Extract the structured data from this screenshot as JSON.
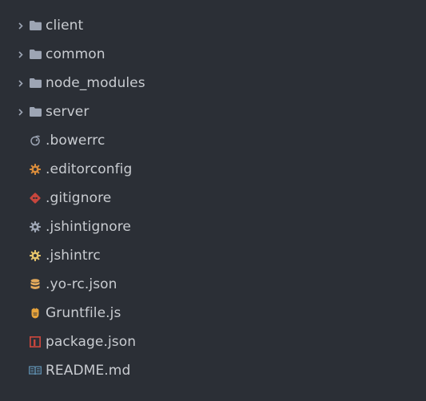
{
  "colors": {
    "background": "#2b2f36",
    "text": "#c9ccd1",
    "folder_icon": "#9da5b4",
    "chevron": "#9da5b4",
    "bower_icon": "#9da5b4",
    "editorconfig_icon": "#d78b3b",
    "git_icon": "#c8463d",
    "jshintignore_icon": "#9da5b4",
    "jshintrc_icon": "#e3c26a",
    "yorc_icon": "#e3a95b",
    "grunt_icon": "#e8a43c",
    "npm_icon": "#c8463d",
    "readme_icon": "#5f8fb0"
  },
  "tree": {
    "folders": [
      {
        "label": "client",
        "icon": "folder-icon",
        "state": "collapsed"
      },
      {
        "label": "common",
        "icon": "folder-icon",
        "state": "collapsed"
      },
      {
        "label": "node_modules",
        "icon": "folder-icon",
        "state": "collapsed"
      },
      {
        "label": "server",
        "icon": "folder-icon",
        "state": "collapsed"
      }
    ],
    "files": [
      {
        "label": ".bowerrc",
        "icon": "bower-icon"
      },
      {
        "label": ".editorconfig",
        "icon": "gear-icon"
      },
      {
        "label": ".gitignore",
        "icon": "git-icon"
      },
      {
        "label": ".jshintignore",
        "icon": "gear-icon"
      },
      {
        "label": ".jshintrc",
        "icon": "gear-icon"
      },
      {
        "label": ".yo-rc.json",
        "icon": "database-icon"
      },
      {
        "label": "Gruntfile.js",
        "icon": "grunt-icon"
      },
      {
        "label": "package.json",
        "icon": "npm-icon"
      },
      {
        "label": "README.md",
        "icon": "book-icon"
      }
    ]
  }
}
